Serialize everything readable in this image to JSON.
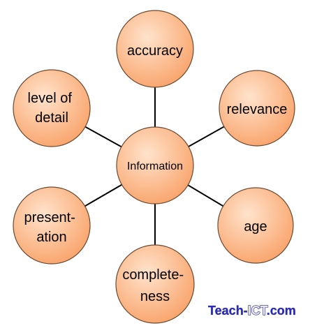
{
  "center": {
    "label": "Information"
  },
  "nodes": [
    {
      "id": "accuracy",
      "lines": [
        "accuracy"
      ]
    },
    {
      "id": "relevance",
      "lines": [
        "relevance"
      ]
    },
    {
      "id": "age",
      "lines": [
        "age"
      ]
    },
    {
      "id": "completeness",
      "lines": [
        "complete-",
        "ness"
      ]
    },
    {
      "id": "presentation",
      "lines": [
        "present-",
        "ation"
      ]
    },
    {
      "id": "level-of-detail",
      "lines": [
        "level of",
        "detail"
      ]
    }
  ],
  "watermark": {
    "prefix": "Teach-",
    "highlight": "ICT",
    "suffix": ".com"
  },
  "colors": {
    "node_fill_light": "#ffe3cc",
    "node_fill_dark": "#f9a36a",
    "node_stroke": "#6b4a30",
    "connector": "#000000",
    "watermark_prefix": "#2a2ab8",
    "watermark_highlight": "#e8e8e8",
    "watermark_suffix": "#2a2ab8"
  }
}
